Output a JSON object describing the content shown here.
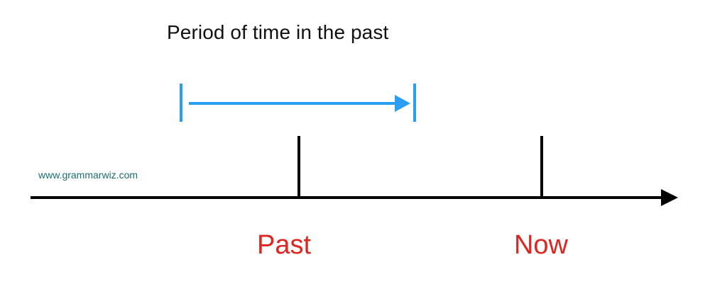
{
  "title": "Period of time in the past",
  "watermark": "www.grammarwiz.com",
  "colors": {
    "timeline": "#000000",
    "period_arrow": "#2a9df4",
    "marker_label": "#e0241f",
    "title": "#111111",
    "watermark": "#1a6e6e"
  },
  "timeline": {
    "direction": "left-to-right",
    "arrowhead": "right"
  },
  "period": {
    "description": "Period of time in the past",
    "start_bar": true,
    "end_bar": true,
    "arrow_direction": "right"
  },
  "markers": [
    {
      "label": "Past",
      "position": "past"
    },
    {
      "label": "Now",
      "position": "now"
    }
  ]
}
